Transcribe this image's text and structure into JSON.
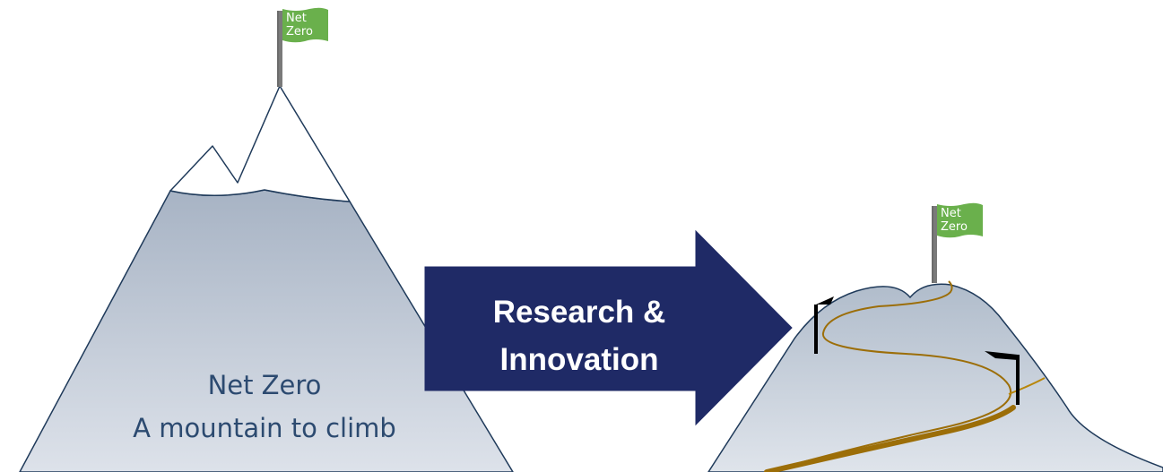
{
  "left_mountain": {
    "flag_line1": "Net",
    "flag_line2": "Zero",
    "caption_line1": "Net Zero",
    "caption_line2": "A mountain to climb"
  },
  "arrow": {
    "line1": "Research &",
    "line2": "Innovation"
  },
  "right_mountain": {
    "flag_line1": "Net",
    "flag_line2": "Zero"
  },
  "colors": {
    "mountain_top": "#a7b3c4",
    "mountain_bottom": "#dde2ea",
    "mountain_outline": "#1f3a5a",
    "arrow_fill": "#1f2a66",
    "flag_green": "#6ab04c",
    "pole": "#7a7a7a",
    "path": "#b8860b"
  }
}
